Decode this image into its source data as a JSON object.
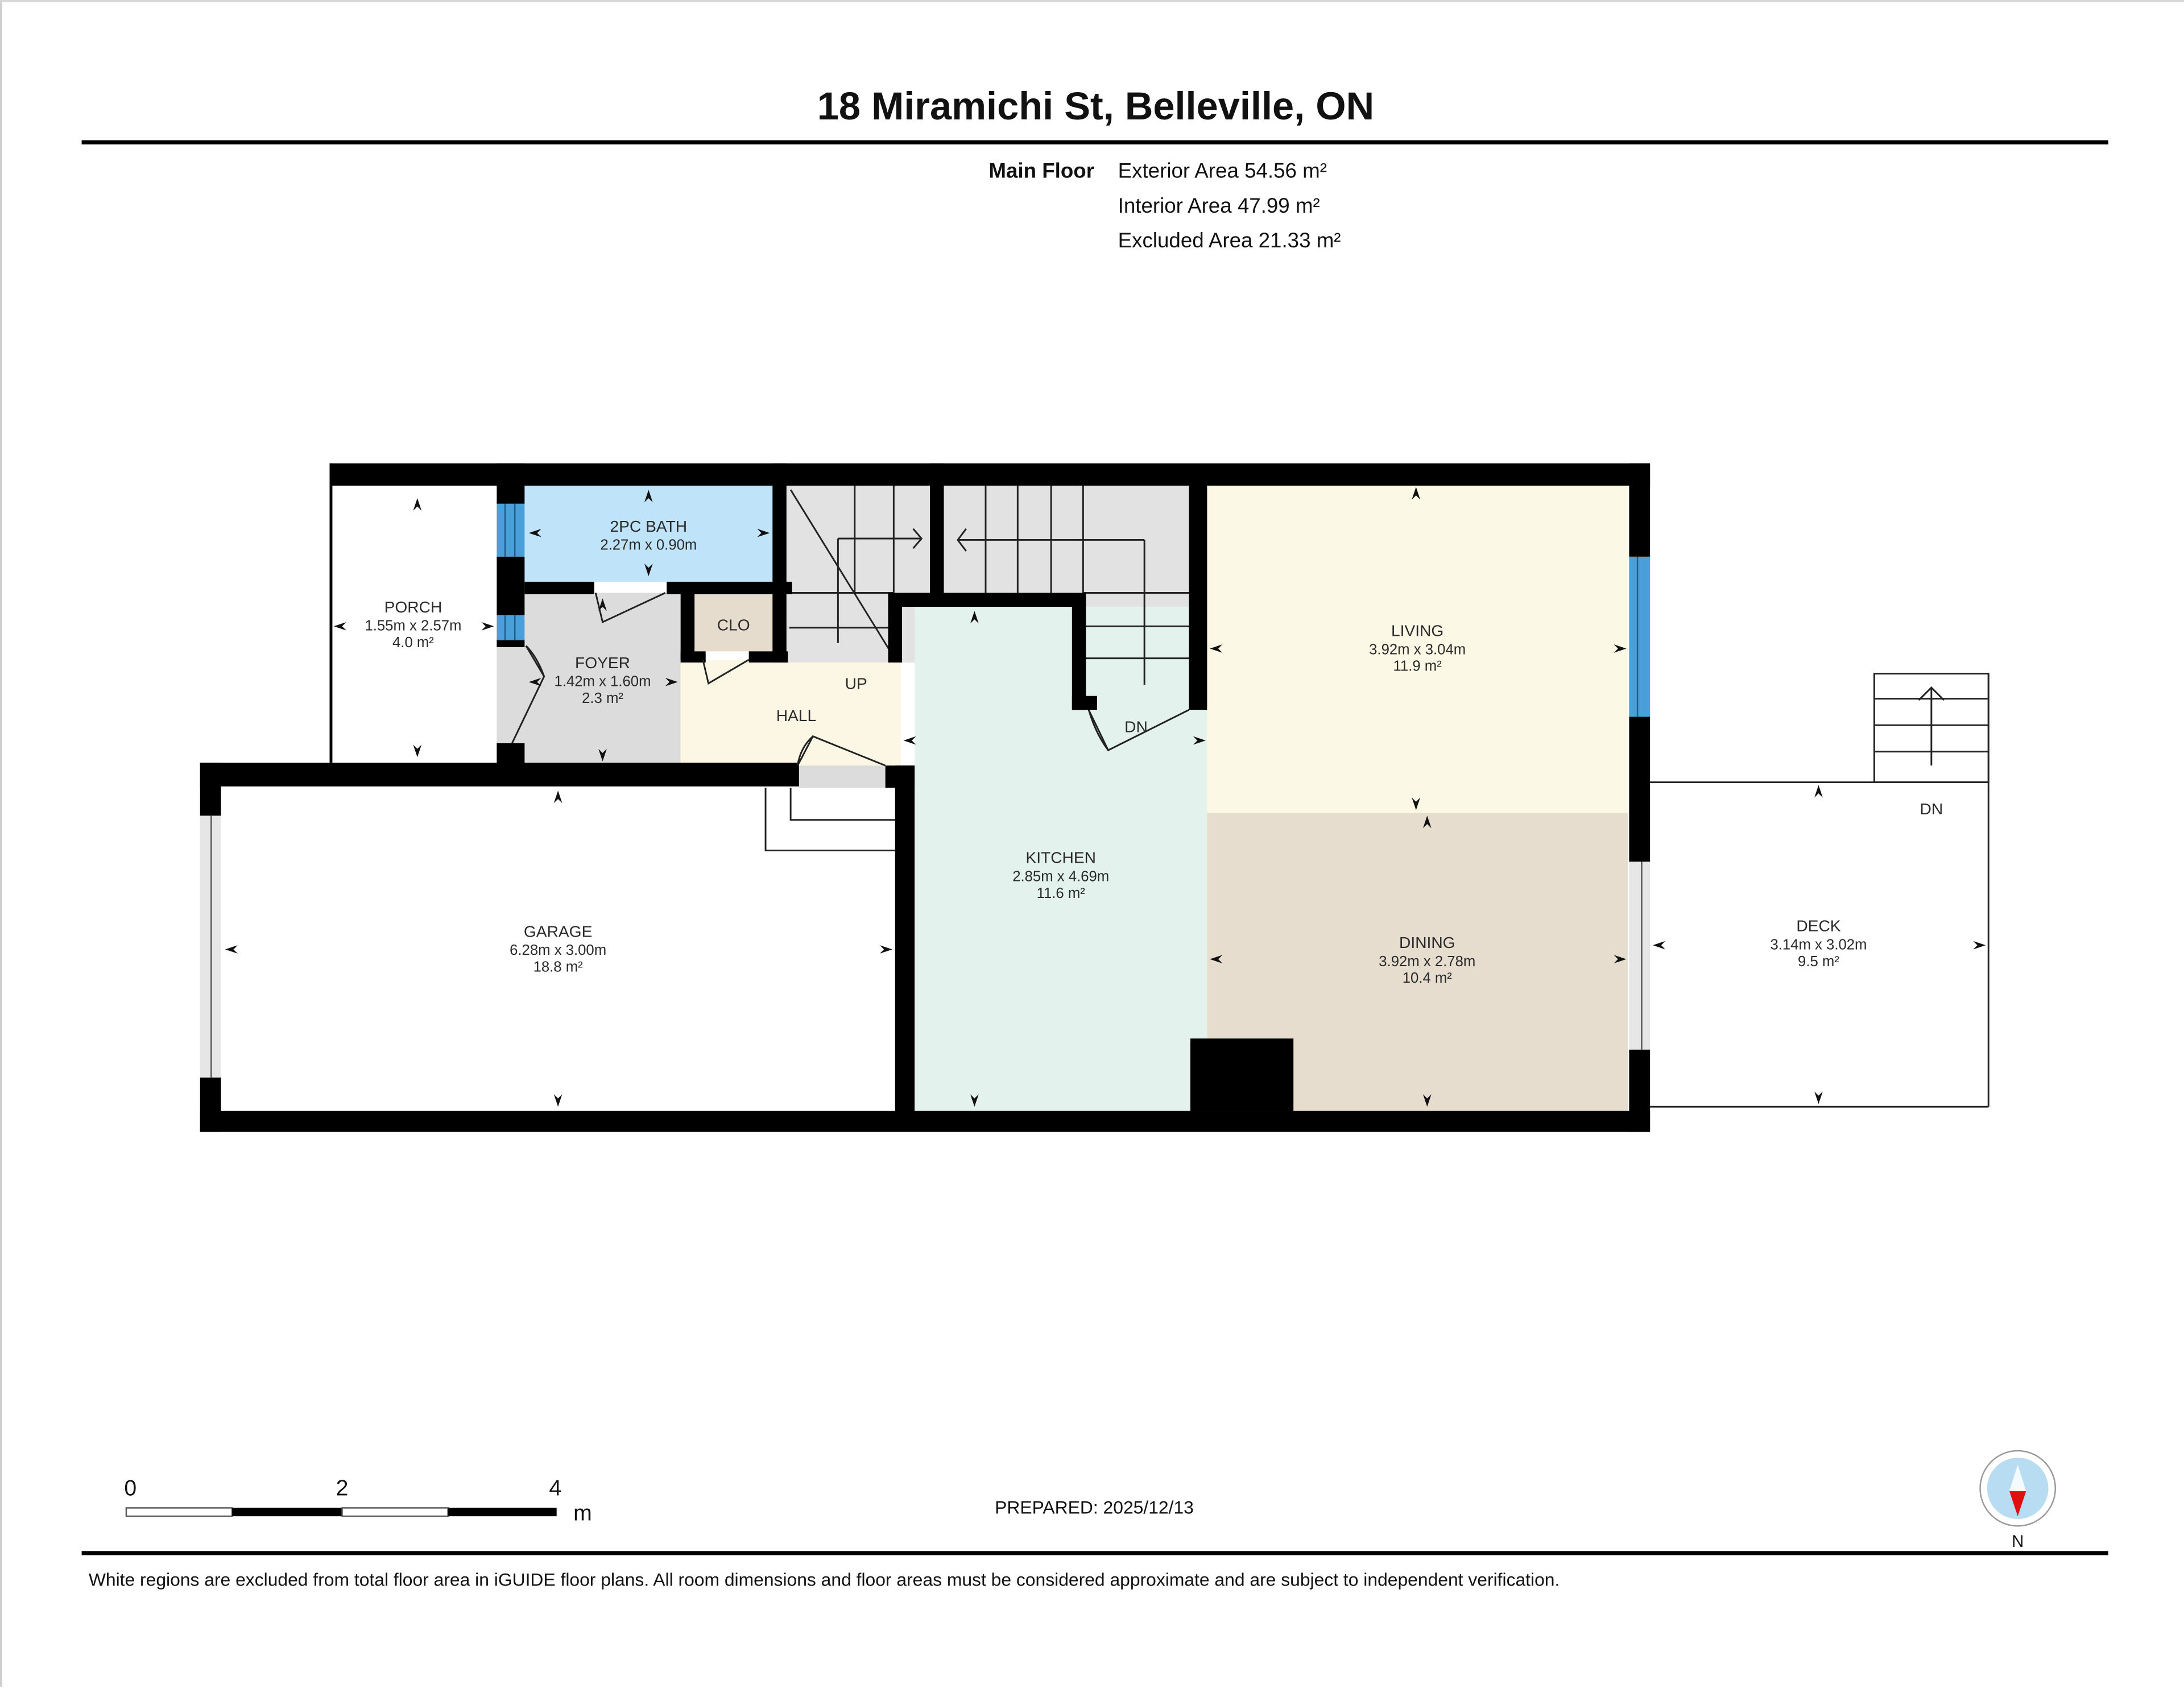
{
  "header": {
    "title": "18 Miramichi St, Belleville, ON",
    "floor_label": "Main Floor",
    "areas": [
      "Exterior Area 54.56 m²",
      "Interior Area 47.99 m²",
      "Excluded Area 21.33 m²"
    ]
  },
  "colors": {
    "bath": "#bfe3f8",
    "closet": "#e6dccd",
    "foyer": "#dcdcdc",
    "hall": "#fbf7e4",
    "kitchen": "#e3f2ec",
    "living": "#fcf8e6",
    "dining": "#e6ddcf",
    "stairs": "#e2e2e2",
    "window": "#4a9fd8",
    "wall": "#000000"
  },
  "rooms": {
    "bath": {
      "name": "2PC BATH",
      "dims": "2.27m x 0.90m"
    },
    "porch": {
      "name": "PORCH",
      "dims": "1.55m x 2.57m",
      "area": "4.0 m²"
    },
    "closet": {
      "name": "CLO"
    },
    "foyer": {
      "name": "FOYER",
      "dims": "1.42m x 1.60m",
      "area": "2.3 m²"
    },
    "hall": {
      "name": "HALL"
    },
    "kitchen": {
      "name": "KITCHEN",
      "dims": "2.85m x 4.69m",
      "area": "11.6 m²"
    },
    "living": {
      "name": "LIVING",
      "dims": "3.92m x 3.04m",
      "area": "11.9 m²"
    },
    "dining": {
      "name": "DINING",
      "dims": "3.92m x 2.78m",
      "area": "10.4 m²"
    },
    "garage": {
      "name": "GARAGE",
      "dims": "6.28m x 3.00m",
      "area": "18.8 m²"
    },
    "deck": {
      "name": "DECK",
      "dims": "3.14m x 3.02m",
      "area": "9.5 m²"
    }
  },
  "stair_labels": {
    "up": "UP",
    "down_interior": "DN",
    "down_deck": "DN"
  },
  "scale_bar": {
    "ticks": [
      "0",
      "2",
      "4"
    ],
    "unit": "m"
  },
  "compass": {
    "label": "N"
  },
  "prepared": "PREPARED: 2025/12/13",
  "footer": {
    "disclaimer": "White regions are excluded from total floor area in iGUIDE floor plans. All room dimensions and floor areas must be considered approximate and are subject to independent verification."
  }
}
